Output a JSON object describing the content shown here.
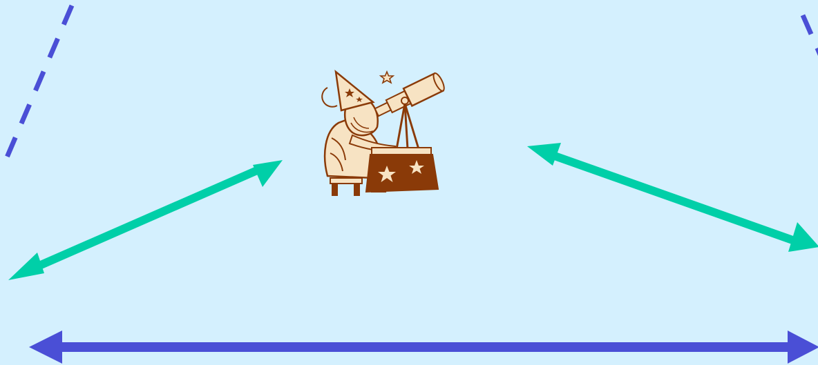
{
  "diagram": {
    "colors": {
      "background": "#d4f0fe",
      "green_arrow": "#00cfa8",
      "blue_line": "#4a4fd6",
      "wizard_brown": "#8a3a08",
      "wizard_cream": "#f7e3c3"
    },
    "icons": {
      "observer": "wizard-with-telescope-icon",
      "moon": "crescent-moon-icon",
      "star": "star-icon"
    },
    "elements": {
      "left_dashed_line": "dashed-line",
      "right_dashed_line": "dashed-line",
      "left_double_arrow": "double-headed-arrow",
      "right_double_arrow": "double-headed-arrow",
      "bottom_double_arrow": "double-headed-arrow"
    }
  }
}
